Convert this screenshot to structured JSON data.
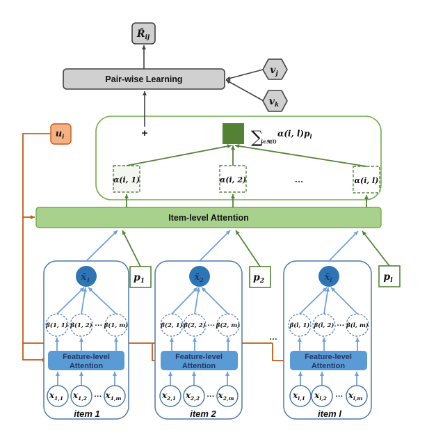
{
  "colors": {
    "gray_fill": "#D0D0D0",
    "gray_stroke": "#404040",
    "green_border": "#70AD47",
    "green_line": "#548235",
    "green_dark": "#548235",
    "green_fill": "#A9D18E",
    "blue_border": "#4A79A8",
    "blue_line": "#6FA0D8",
    "blue_fill": "#5B9BD5",
    "blue_dark": "#2E75B6",
    "orange_line": "#C55A11",
    "orange_fill": "#F4B183",
    "navy_text": "#1F3864"
  },
  "output": {
    "base": "R̂",
    "sub": "ij"
  },
  "pairwise": {
    "label": "Pair-wise Learning"
  },
  "negatives": [
    {
      "base": "v",
      "sub": "j"
    },
    {
      "base": "v",
      "sub": "k"
    }
  ],
  "user": {
    "base": "u",
    "sub": "i"
  },
  "aggregate": {
    "plus": "+",
    "sum_symbol": "∑",
    "sum_sub": "l∈ℜ(i)",
    "sum_expr": "α(i, l)p",
    "sum_expr_sub": "l"
  },
  "item_weights": {
    "labels": [
      "α(i, 1)",
      "α(i, 2)",
      "α(i, l)"
    ],
    "ellipsis": "…"
  },
  "item_attention": {
    "label": "Item-level Attention"
  },
  "items_ellipsis": "…",
  "items": [
    {
      "name": "item 1",
      "xbar": {
        "base": "x̄",
        "sub": "1"
      },
      "p": {
        "base": "p",
        "sub": "1"
      },
      "betas": [
        "β(1, 1)",
        "β(1, 2)",
        "β(1, m)"
      ],
      "beta_ellipsis": "···",
      "feature_attention": [
        "Feature-level",
        "Attention"
      ],
      "features": [
        {
          "base": "x",
          "sub": "1,1"
        },
        {
          "base": "x",
          "sub": "1,2"
        },
        {
          "base": "x",
          "sub": "1,m"
        }
      ],
      "feature_ellipsis": "···"
    },
    {
      "name": "item 2",
      "xbar": {
        "base": "x̄",
        "sub": "2"
      },
      "p": {
        "base": "p",
        "sub": "2"
      },
      "betas": [
        "β(2, 1)",
        "β(2, 2)",
        "β(2, m)"
      ],
      "beta_ellipsis": "···",
      "feature_attention": [
        "Feature-level",
        "Attention"
      ],
      "features": [
        {
          "base": "x",
          "sub": "2,1"
        },
        {
          "base": "x",
          "sub": "2,2"
        },
        {
          "base": "x",
          "sub": "2,m"
        }
      ],
      "feature_ellipsis": "···"
    },
    {
      "name": "item l",
      "xbar": {
        "base": "x̄",
        "sub": "l"
      },
      "p": {
        "base": "p",
        "sub": "l"
      },
      "betas": [
        "β(l, 1)",
        "β(l, 2)",
        "β(l, m)"
      ],
      "beta_ellipsis": "···",
      "feature_attention": [
        "Feature-level",
        "Attention"
      ],
      "features": [
        {
          "base": "x",
          "sub": "l,1"
        },
        {
          "base": "x",
          "sub": "l,2"
        },
        {
          "base": "x",
          "sub": "l,m"
        }
      ],
      "feature_ellipsis": "···"
    }
  ]
}
